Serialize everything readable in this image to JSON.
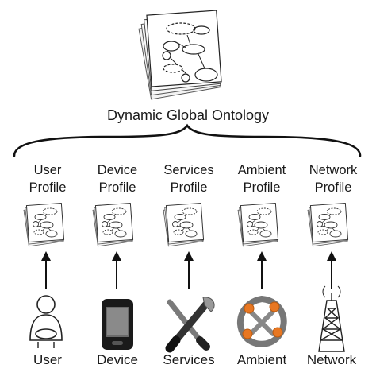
{
  "title": "Dynamic Global Ontology",
  "modules": [
    {
      "label_line1": "User",
      "label_line2": "Profile",
      "source_label": "User",
      "icon": "person-icon"
    },
    {
      "label_line1": "Device",
      "label_line2": "Profile",
      "source_label": "Device",
      "icon": "smartphone-icon"
    },
    {
      "label_line1": "Services",
      "label_line2": "Profile",
      "source_label": "Services",
      "icon": "tools-icon"
    },
    {
      "label_line1": "Ambient",
      "label_line2": "Profile",
      "source_label": "Ambient",
      "icon": "ambient-network-icon"
    },
    {
      "label_line1": "Network",
      "label_line2": "Profile",
      "source_label": "Network",
      "icon": "antenna-tower-icon"
    }
  ]
}
